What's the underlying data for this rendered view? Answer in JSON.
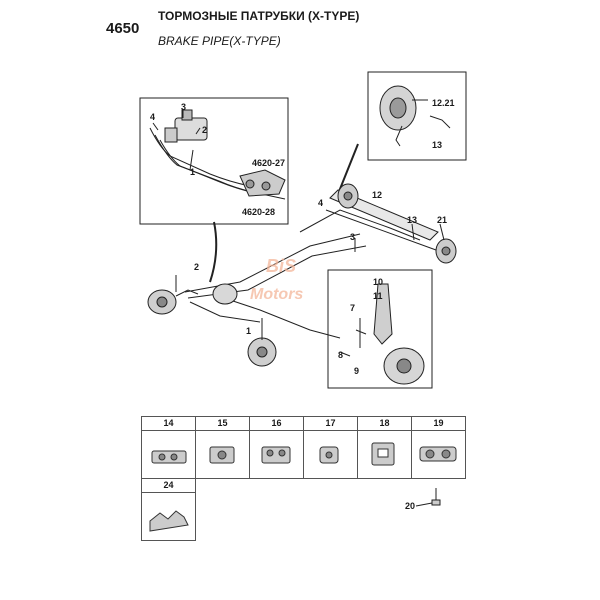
{
  "header": {
    "section_number": "4650",
    "title_ru": "ТОРМОЗНЫЕ ПАТРУБКИ (X-TYPE)",
    "title_en": "BRAKE PIPE(X-TYPE)"
  },
  "watermark": {
    "line1": "BiS",
    "line2": "Motors"
  },
  "callouts": {
    "c3a": "3",
    "c4a": "4",
    "c2a": "2",
    "c1a": "1",
    "ref_4620_27": "4620-27",
    "ref_4620_28": "4620-28",
    "c12_21": "12.21",
    "c13a": "13",
    "c12": "12",
    "c4b": "4",
    "c13b": "13",
    "c21": "21",
    "c3b": "3",
    "c2b": "2",
    "c1b": "1",
    "c10": "10",
    "c11": "11",
    "c7": "7",
    "c8": "8",
    "c9": "9",
    "c20": "20"
  },
  "parts_grid": {
    "row1": [
      "14",
      "15",
      "16",
      "17",
      "18",
      "19"
    ],
    "row2": [
      "24"
    ]
  }
}
